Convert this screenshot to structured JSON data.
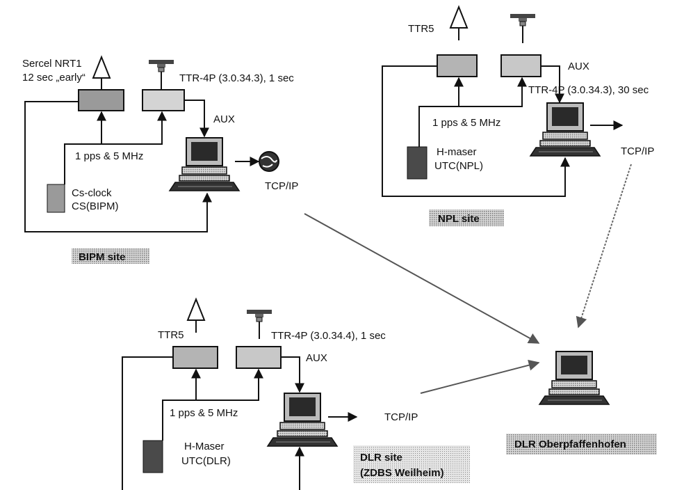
{
  "colors": {
    "ink": "#111111",
    "receiver_dark": "#8a8a8a",
    "receiver_light": "#cfcfcf",
    "clock_dark": "#4a4a4a",
    "clock_medium": "#9a9a9a",
    "site_label_bg": "#bdbdbd",
    "link_arrow": "#555555"
  },
  "icons": [
    "antenna-icon",
    "gps-antenna-icon",
    "computer-icon",
    "globe-icon"
  ],
  "bipm": {
    "receiver_label_line1": "Sercel NRT1",
    "receiver_label_line2": "12 sec „early“",
    "ttr_label": "TTR-4P (3.0.34.3), 1 sec",
    "aux_label": "AUX",
    "signal_label": "1 pps & 5 MHz",
    "clock_line1": "Cs-clock",
    "clock_line2": "CS(BIPM)",
    "network_label": "TCP/IP",
    "site_label": "BIPM site"
  },
  "npl": {
    "receiver_label": "TTR5",
    "aux_label": "AUX",
    "ttr_label": "TTR-4P (3.0.34.3), 30 sec",
    "signal_label": "1 pps & 5 MHz",
    "clock_line1": "H-maser",
    "clock_line2": "UTC(NPL)",
    "network_label": "TCP/IP",
    "site_label": "NPL site"
  },
  "dlr": {
    "receiver_label": "TTR5",
    "ttr_label": "TTR-4P (3.0.34.4), 1 sec",
    "aux_label": "AUX",
    "signal_label": "1 pps & 5 MHz",
    "clock_line1": "H-Maser",
    "clock_line2": "UTC(DLR)",
    "network_label": "TCP/IP",
    "site_label_line1": "DLR site",
    "site_label_line2": "(ZDBS Weilheim)"
  },
  "central": {
    "site_label": "DLR Oberpfaffenhofen"
  }
}
